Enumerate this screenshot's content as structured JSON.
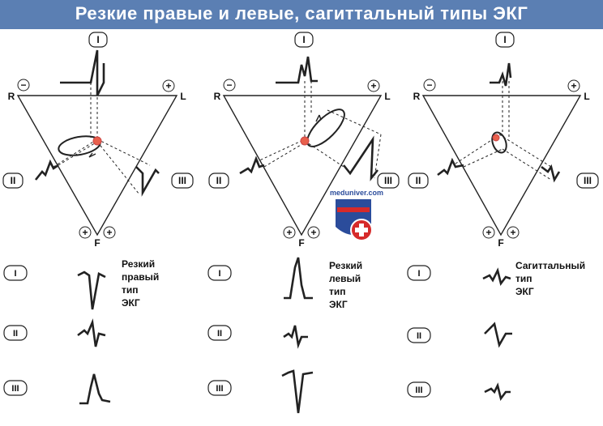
{
  "title": "Резкие правые и левые, сагиттальный типы ЭКГ",
  "leads": {
    "I": "I",
    "II": "II",
    "III": "III"
  },
  "vertices": {
    "right": "R",
    "left": "L",
    "foot": "F"
  },
  "signs": {
    "minus": "−",
    "plus": "+"
  },
  "captions": {
    "sharp_right": [
      "Резкий",
      "правый",
      "тип",
      "ЭКГ"
    ],
    "sharp_left": [
      "Резкий",
      "левый",
      "тип",
      "ЭКГ"
    ],
    "sagittal": [
      "Сагиттальный",
      "тип",
      "ЭКГ"
    ]
  },
  "watermark": "meduniver.com",
  "colors": {
    "banner": "#5b7fb3",
    "dot": "#e8604c",
    "badge_red": "#d62a2a",
    "badge_blue": "#2b4c9b"
  }
}
